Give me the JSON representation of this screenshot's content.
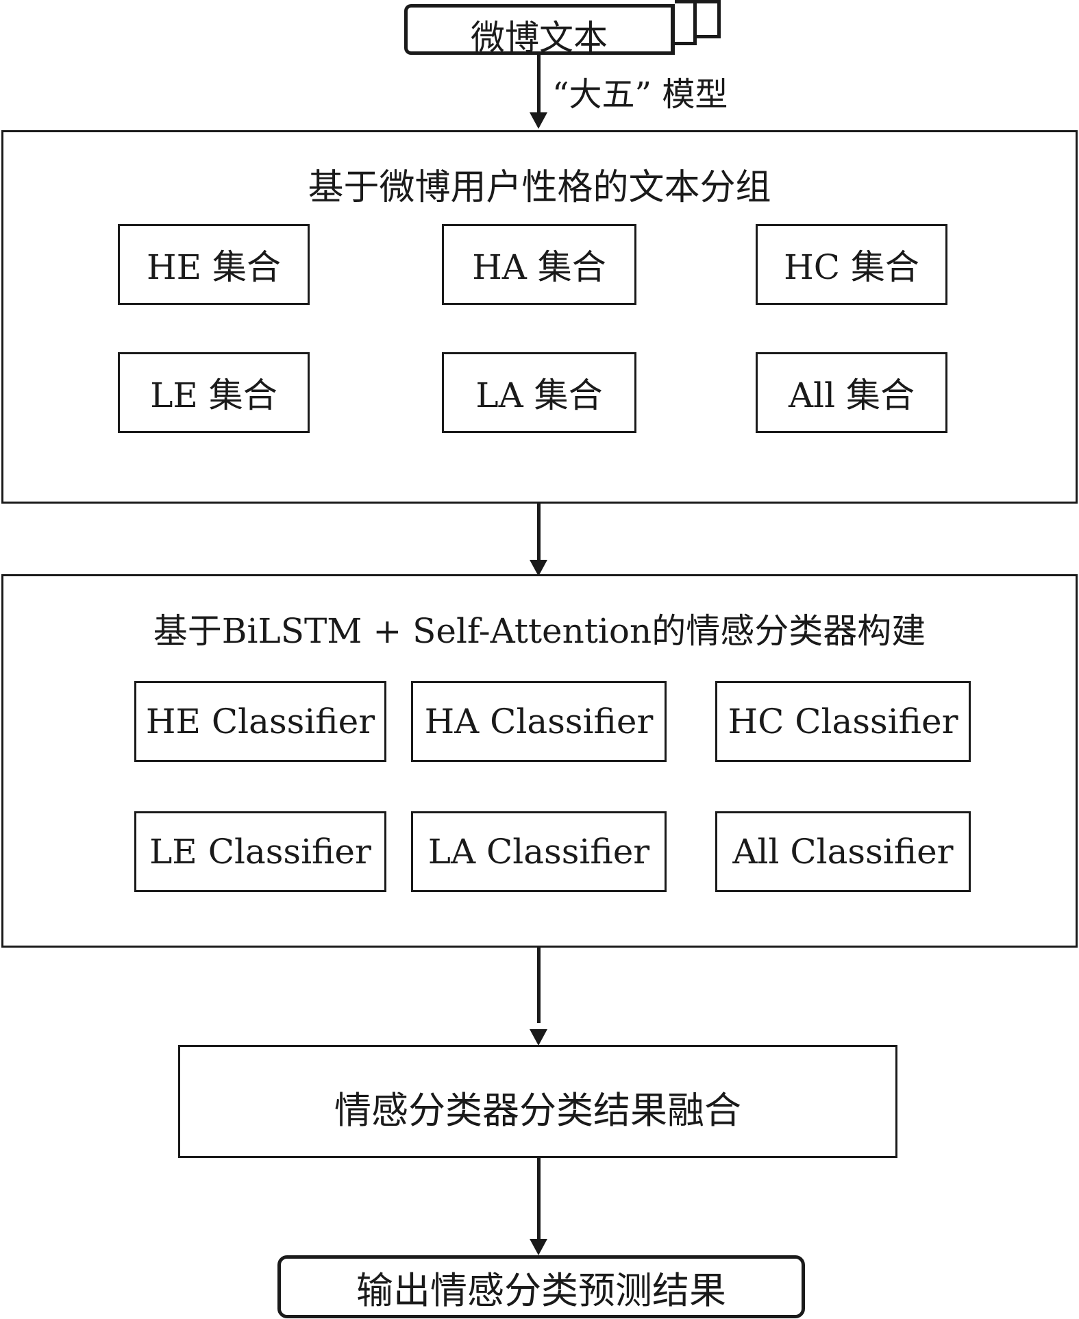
{
  "start_node": {
    "label": "微博文本"
  },
  "edge_label": "“大五” 模型",
  "grouping_block": {
    "title": "基于微博用户性格的文本分组",
    "sets": [
      "HE 集合",
      "HA 集合",
      "HC 集合",
      "LE 集合",
      "LA 集合",
      "All 集合"
    ]
  },
  "classifier_block": {
    "title": "基于BiLSTM + Self-Attention的情感分类器构建",
    "classifiers": [
      "HE Classifier",
      "HA Classifier",
      "HC Classifier",
      "LE Classifier",
      "LA Classifier",
      "All Classifier"
    ]
  },
  "fusion_node": {
    "label": "情感分类器分类结果融合"
  },
  "end_node": {
    "label": "输出情感分类预测结果"
  }
}
